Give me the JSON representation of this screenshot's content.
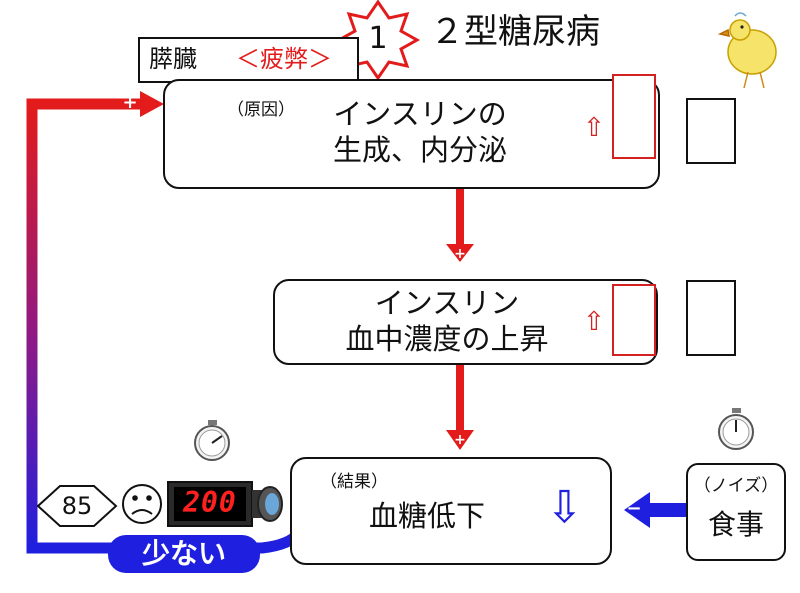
{
  "title": "２型糖尿病",
  "badge_number": "1",
  "organ": {
    "name": "膵臓",
    "status": "＜疲弊＞"
  },
  "cause_box": {
    "tag": "（原因）",
    "line1": "インスリンの",
    "line2": "生成、内分泌",
    "arrow": "⇧"
  },
  "middle_box": {
    "line1": "インスリン",
    "line2": "血中濃度の上昇",
    "arrow": "⇧"
  },
  "result_box": {
    "tag": "（結果）",
    "text": "血糖低下",
    "arrow": "⇩"
  },
  "noise_box": {
    "tag": "（ノイズ）",
    "text": "食事"
  },
  "sensor": {
    "setpoint": "85",
    "reading": "200"
  },
  "feedback_label": "少ない",
  "signs": {
    "plus": "+",
    "minus": "−"
  },
  "colors": {
    "red": "#e31b1b",
    "blue": "#1f1fe0",
    "dark_red": "#d32020"
  },
  "icons": {
    "badge": "starburst-icon",
    "face": "sad-face-icon",
    "timer": "stopwatch-icon",
    "camera": "camera-icon",
    "mascot": "chick-drawing-icon"
  }
}
